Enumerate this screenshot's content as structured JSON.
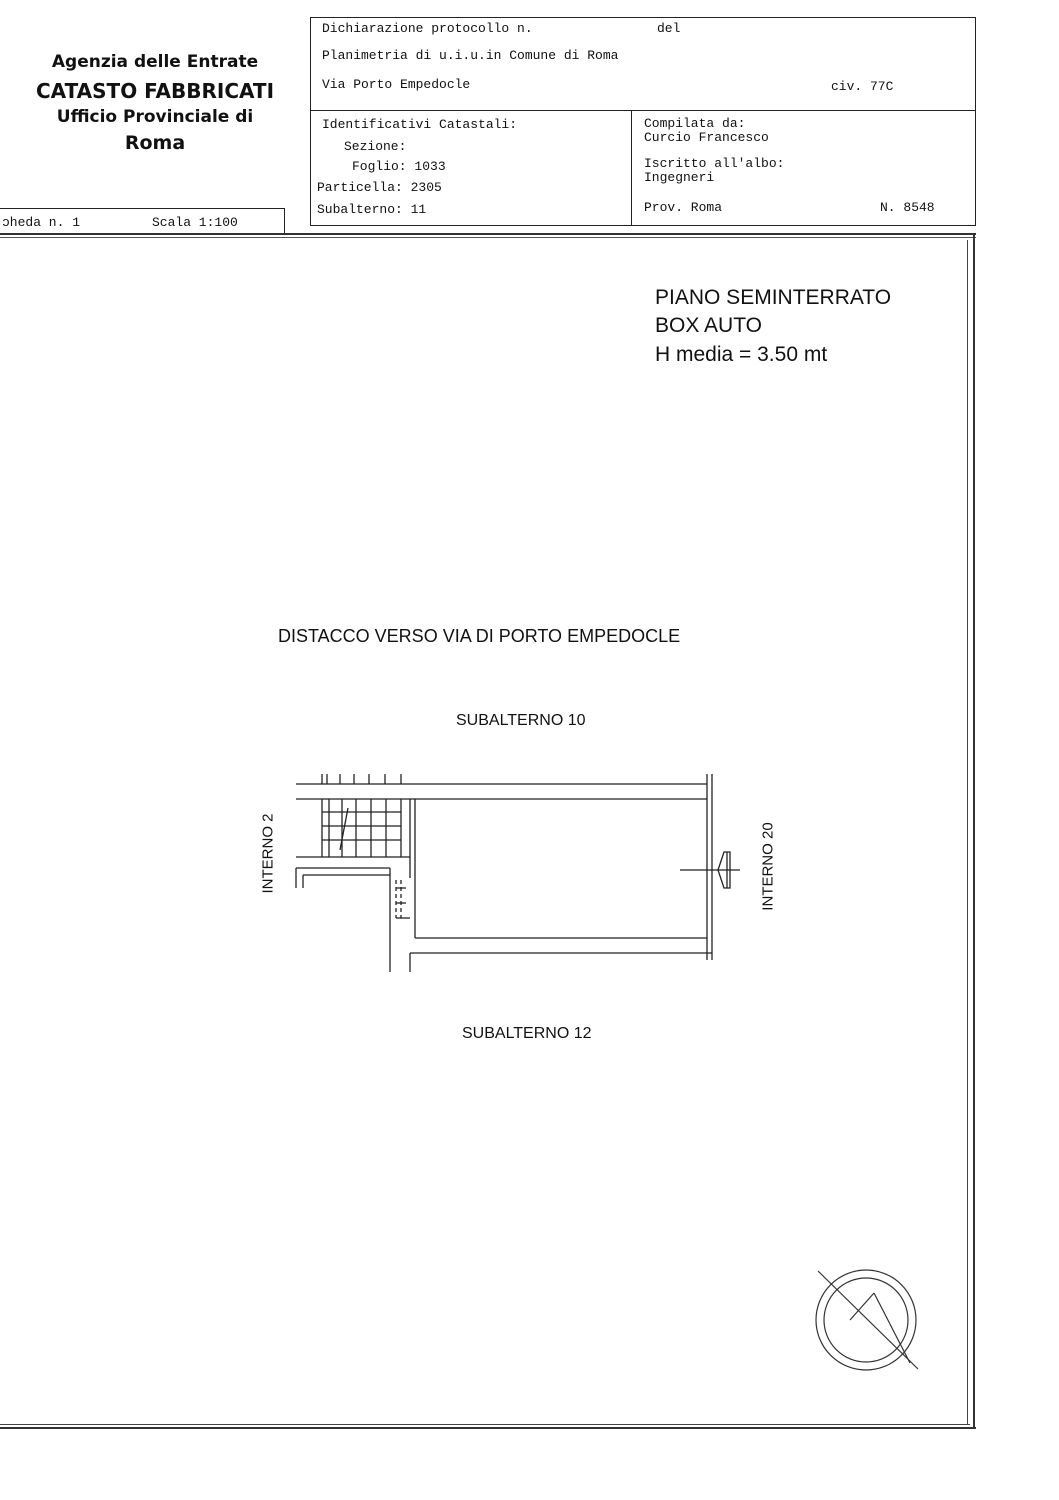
{
  "agency": {
    "line1": "Agenzia delle Entrate",
    "line2": "CATASTO FABBRICATI",
    "line3": "Ufficio Provinciale di",
    "line4": "Roma"
  },
  "sheet": {
    "scheda": "ɔheda n. 1",
    "scala": "Scala 1:100"
  },
  "declaration": {
    "protocollo": "Dichiarazione protocollo n.",
    "del": "del",
    "planimetria": "Planimetria di u.i.u.in Comune di Roma",
    "via": "Via Porto Empedocle",
    "civ": "civ. 77C"
  },
  "identificativi": {
    "title": "Identificativi Catastali:",
    "sezione": "Sezione:",
    "foglio": "Foglio: 1033",
    "particella": "Particella: 2305",
    "subalterno": "Subalterno: 11"
  },
  "compilata": {
    "label": "Compilata da:",
    "name": "Curcio Francesco",
    "albo_label": "Iscritto all'albo:",
    "albo": "Ingegneri",
    "prov": "Prov. Roma",
    "numero": "N. 8548"
  },
  "plan": {
    "floor": "PIANO SEMINTERRATO",
    "type": "BOX AUTO",
    "height": "H media = 3.50 mt",
    "distacco": "DISTACCO VERSO VIA DI PORTO EMPEDOCLE",
    "sub10": "SUBALTERNO 10",
    "sub12": "SUBALTERNO 12",
    "interno2": "INTERNO 2",
    "interno20": "INTERNO 20"
  }
}
